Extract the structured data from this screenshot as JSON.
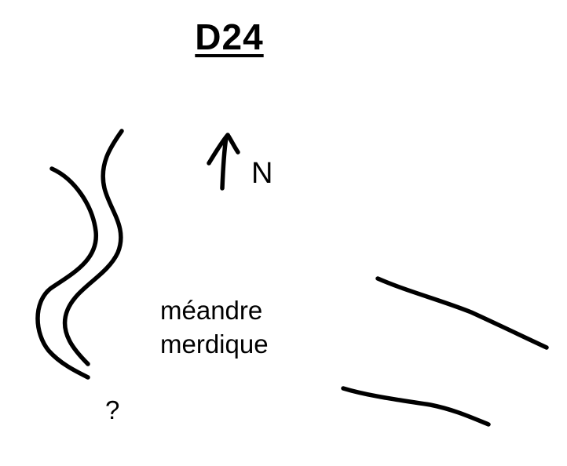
{
  "title": "D24",
  "north": {
    "label": "N",
    "icon": "north-arrow-icon"
  },
  "annotation": {
    "line1": "méandre",
    "line2": "merdique"
  },
  "unknown_marker": "?",
  "colors": {
    "ink": "#000000",
    "paper": "#ffffff"
  }
}
